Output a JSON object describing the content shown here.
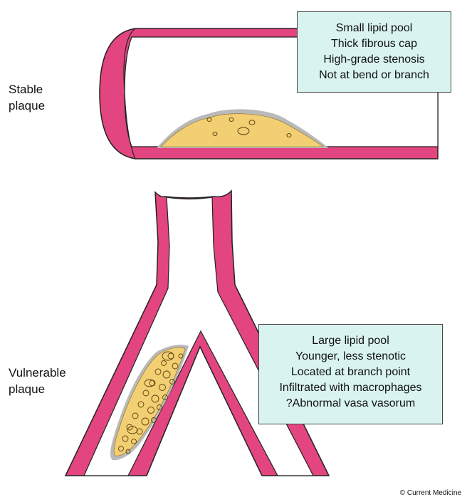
{
  "stable": {
    "label_line1": "Stable",
    "label_line2": "plaque",
    "features": [
      "Small lipid pool",
      "Thick fibrous cap",
      "High-grade stenosis",
      "Not at bend or branch"
    ]
  },
  "vulnerable": {
    "label_line1": "Vulnerable",
    "label_line2": "plaque",
    "features": [
      "Large lipid pool",
      "Younger, less stenotic",
      "Located at  branch point",
      "Infiltrated with macrophages",
      "?Abnormal vasa vasorum"
    ]
  },
  "copyright": "© Current Medicine",
  "colors": {
    "vessel_wall": "#e2457f",
    "vessel_lumen": "#ffffff",
    "lipid": "#f3cf73",
    "fibrous_cap": "#b9b9b9",
    "box_fill": "#d9f3f0"
  }
}
